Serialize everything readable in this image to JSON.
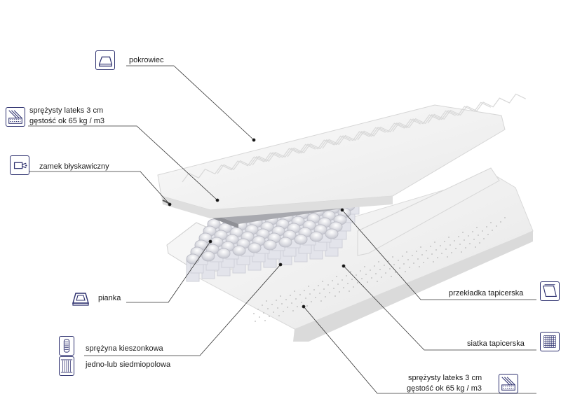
{
  "colors": {
    "icon_stroke": "#2c2f6e",
    "leader_line": "#333333",
    "mattress_white": "#f4f4f4",
    "mattress_shadow": "#d6d6d6",
    "spring_gray": "#e7e8ee",
    "felt_gray": "#a9aab0"
  },
  "labels": {
    "cover": "pokrowiec",
    "latex_top_line1": "sprężysty lateks  3 cm",
    "latex_top_line2": "gęstość ok 65 kg / m3",
    "zipper": "zamek błyskawiczny",
    "foam": "pianka",
    "pocket_spring": "sprężyna kieszonkowa",
    "zones": "jedno-lub siedmiopolowa",
    "felt_layer": "przekładka tapicerska",
    "mesh": "siatka tapicerska",
    "latex_bottom_line1": "sprężysty lateks  3 cm",
    "latex_bottom_line2": "gęstość ok 65 kg / m3"
  },
  "icons": {
    "cover": "mattress-cover-icon",
    "latex_top": "latex-layer-icon",
    "zipper": "zipper-icon",
    "foam": "foam-tray-icon",
    "pocket_spring": "pocket-spring-icon",
    "zones": "zone-spring-icon",
    "felt_layer": "felt-sheet-icon",
    "mesh": "mesh-grid-icon",
    "latex_bottom": "latex-layer-icon"
  }
}
